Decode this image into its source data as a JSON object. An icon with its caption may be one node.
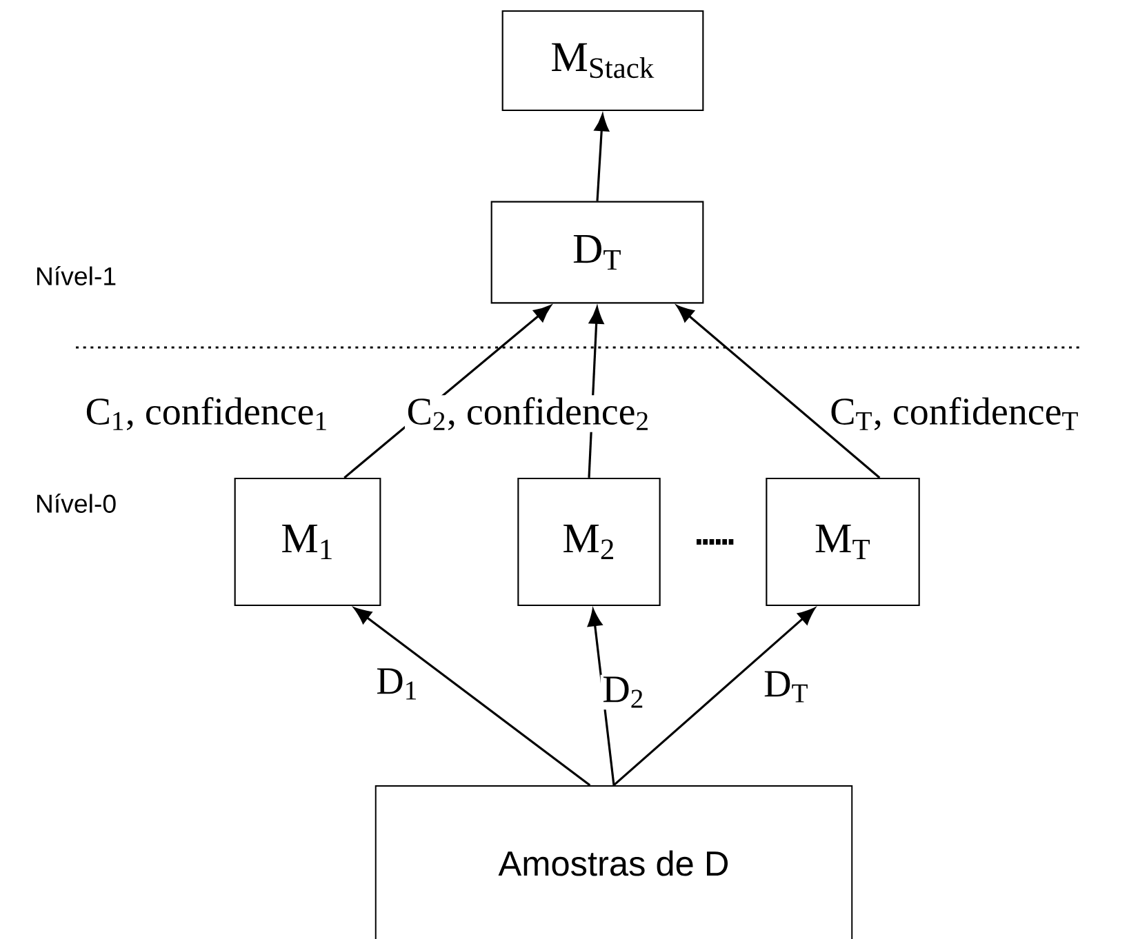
{
  "diagram": {
    "nodes": [
      {
        "text": [
          "M$_{Stack}$"
        ]
      },
      {
        "text": [
          "D$_{T}$"
        ]
      },
      {
        "text": [
          "M$_{1}$"
        ]
      },
      {
        "text": [
          "M$_{2}$"
        ]
      },
      {
        "text": [
          "M$_{T}$"
        ]
      },
      {
        "text": [
          "Amostras de D"
        ]
      }
    ],
    "edges": [
      {
        "from": 1,
        "to": 0,
        "arrow": "to"
      },
      {
        "from": 2,
        "to": 1,
        "arrow": "to",
        "label": "C$_{1}$, confidence$_{1}$"
      },
      {
        "from": 3,
        "to": 1,
        "arrow": "to",
        "label": "C$_{2}$, confidence$_{2}$"
      },
      {
        "from": 4,
        "to": 1,
        "arrow": "to",
        "label": "C$_{T}$, confidence$_{T}$"
      },
      {
        "from": 5,
        "to": 2,
        "arrow": "to",
        "label": "D$_{1}$"
      },
      {
        "from": 5,
        "to": 3,
        "arrow": "to",
        "label": "D$_{2}$"
      },
      {
        "from": 5,
        "to": 4,
        "arrow": "to",
        "label": "D$_{T}$"
      }
    ],
    "labels": [
      "Nível-1",
      "Nível-0"
    ]
  }
}
